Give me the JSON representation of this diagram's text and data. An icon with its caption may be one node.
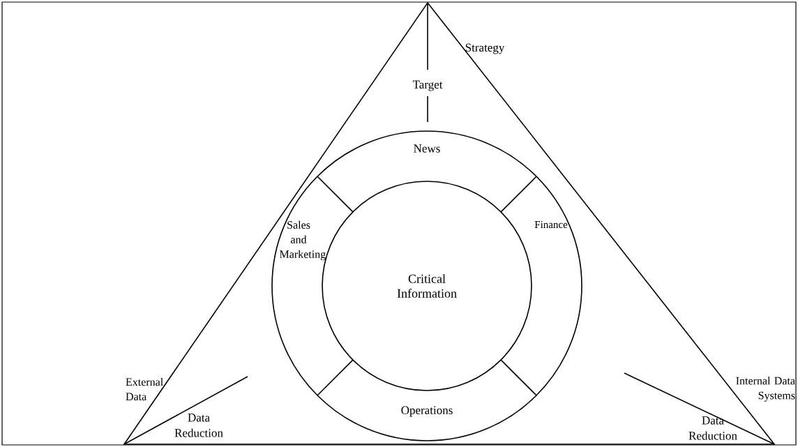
{
  "diagram": {
    "nodes": [
      {
        "text": [
          "Critical Information"
        ]
      }
    ],
    "labels": [
      "Strategy",
      "Target",
      "News",
      "Sales and Marketing",
      "Finance",
      "External Data",
      "Internal Data Systems",
      "Operations",
      "Data Reduction",
      "Data Reduction"
    ]
  }
}
